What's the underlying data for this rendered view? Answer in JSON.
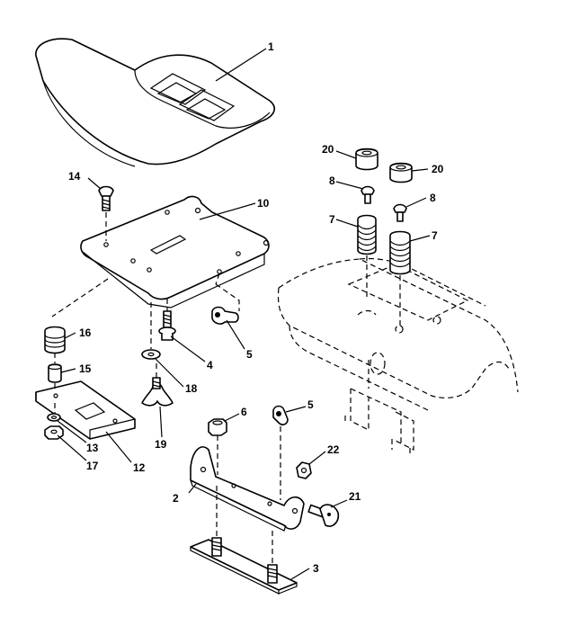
{
  "callouts": [
    {
      "id": "c1",
      "text": "1"
    },
    {
      "id": "c2",
      "text": "2"
    },
    {
      "id": "c3",
      "text": "3"
    },
    {
      "id": "c4",
      "text": "4"
    },
    {
      "id": "c5a",
      "text": "5"
    },
    {
      "id": "c5b",
      "text": "5"
    },
    {
      "id": "c6",
      "text": "6"
    },
    {
      "id": "c7a",
      "text": "7"
    },
    {
      "id": "c7b",
      "text": "7"
    },
    {
      "id": "c8a",
      "text": "8"
    },
    {
      "id": "c8b",
      "text": "8"
    },
    {
      "id": "c10",
      "text": "10"
    },
    {
      "id": "c12",
      "text": "12"
    },
    {
      "id": "c13",
      "text": "13"
    },
    {
      "id": "c14",
      "text": "14"
    },
    {
      "id": "c15",
      "text": "15"
    },
    {
      "id": "c16",
      "text": "16"
    },
    {
      "id": "c17",
      "text": "17"
    },
    {
      "id": "c18",
      "text": "18"
    },
    {
      "id": "c19",
      "text": "19"
    },
    {
      "id": "c20a",
      "text": "20"
    },
    {
      "id": "c20b",
      "text": "20"
    },
    {
      "id": "c21",
      "text": "21"
    },
    {
      "id": "c22",
      "text": "22"
    }
  ]
}
